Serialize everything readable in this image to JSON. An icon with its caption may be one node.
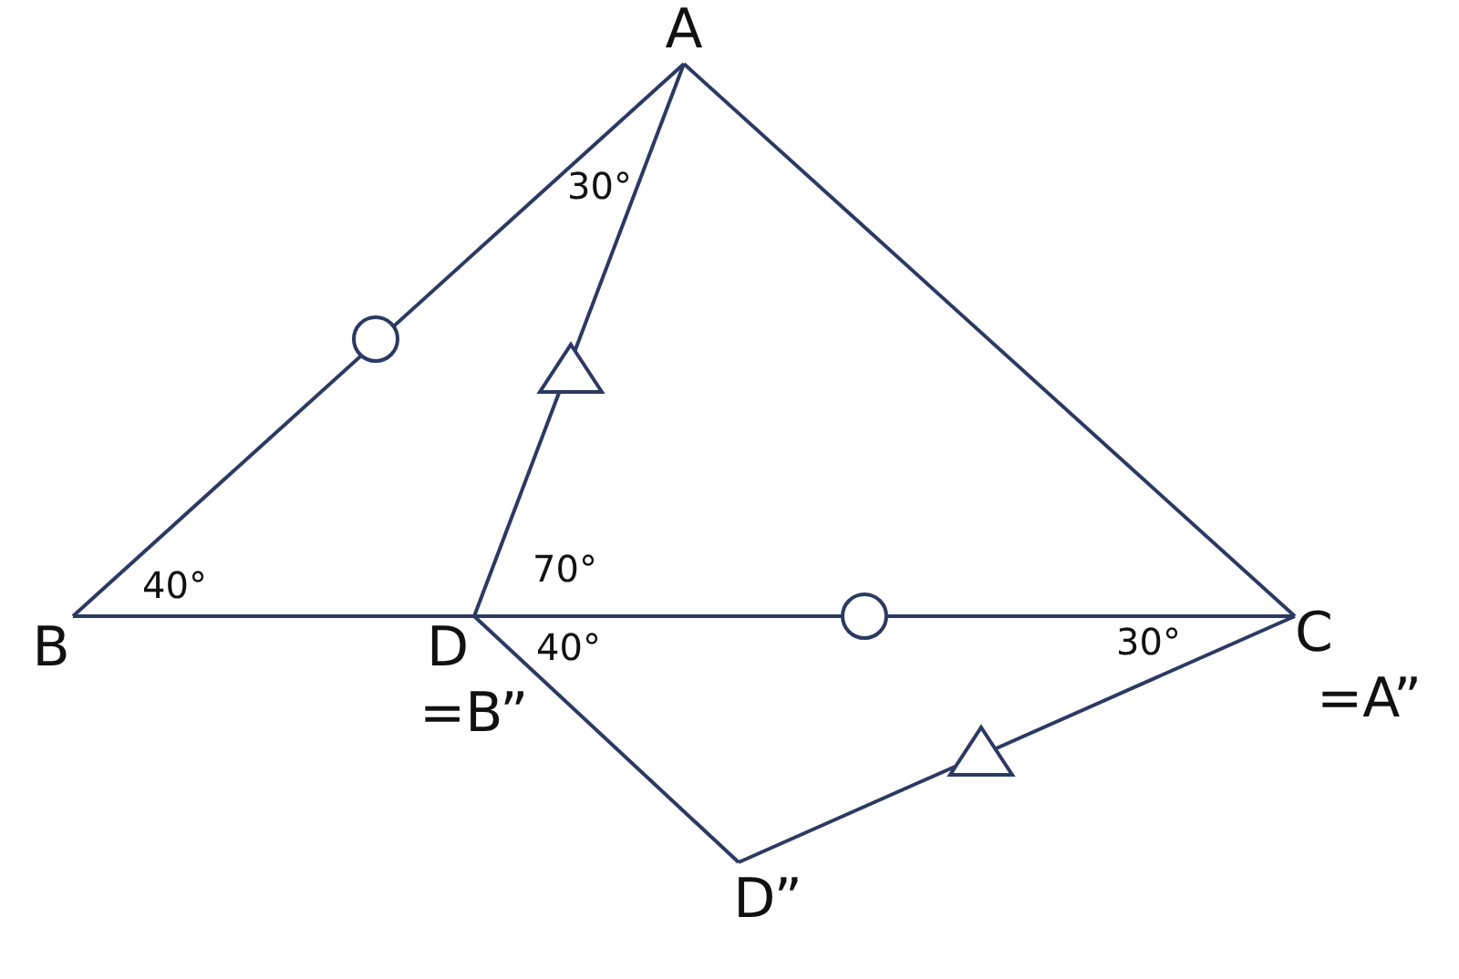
{
  "diagram": {
    "nodes": [
      {
        "text": [
          "A"
        ]
      },
      {
        "text": [
          "B"
        ]
      },
      {
        "text": [
          "D",
          "=B”"
        ]
      },
      {
        "text": [
          "C",
          "=A”"
        ]
      },
      {
        "text": [
          "D”"
        ]
      }
    ],
    "edges": [
      {
        "from": 1,
        "to": 0,
        "arrow": "none"
      },
      {
        "from": 2,
        "to": 0,
        "arrow": "none"
      },
      {
        "from": 0,
        "to": 3,
        "arrow": "none"
      },
      {
        "from": 1,
        "to": 2,
        "arrow": "none"
      },
      {
        "from": 2,
        "to": 3,
        "arrow": "none"
      },
      {
        "from": 2,
        "to": 4,
        "arrow": "none"
      },
      {
        "from": 4,
        "to": 3,
        "arrow": "none"
      }
    ],
    "labels": [
      "30°",
      "40°",
      "70°",
      "40°",
      "30°"
    ]
  }
}
